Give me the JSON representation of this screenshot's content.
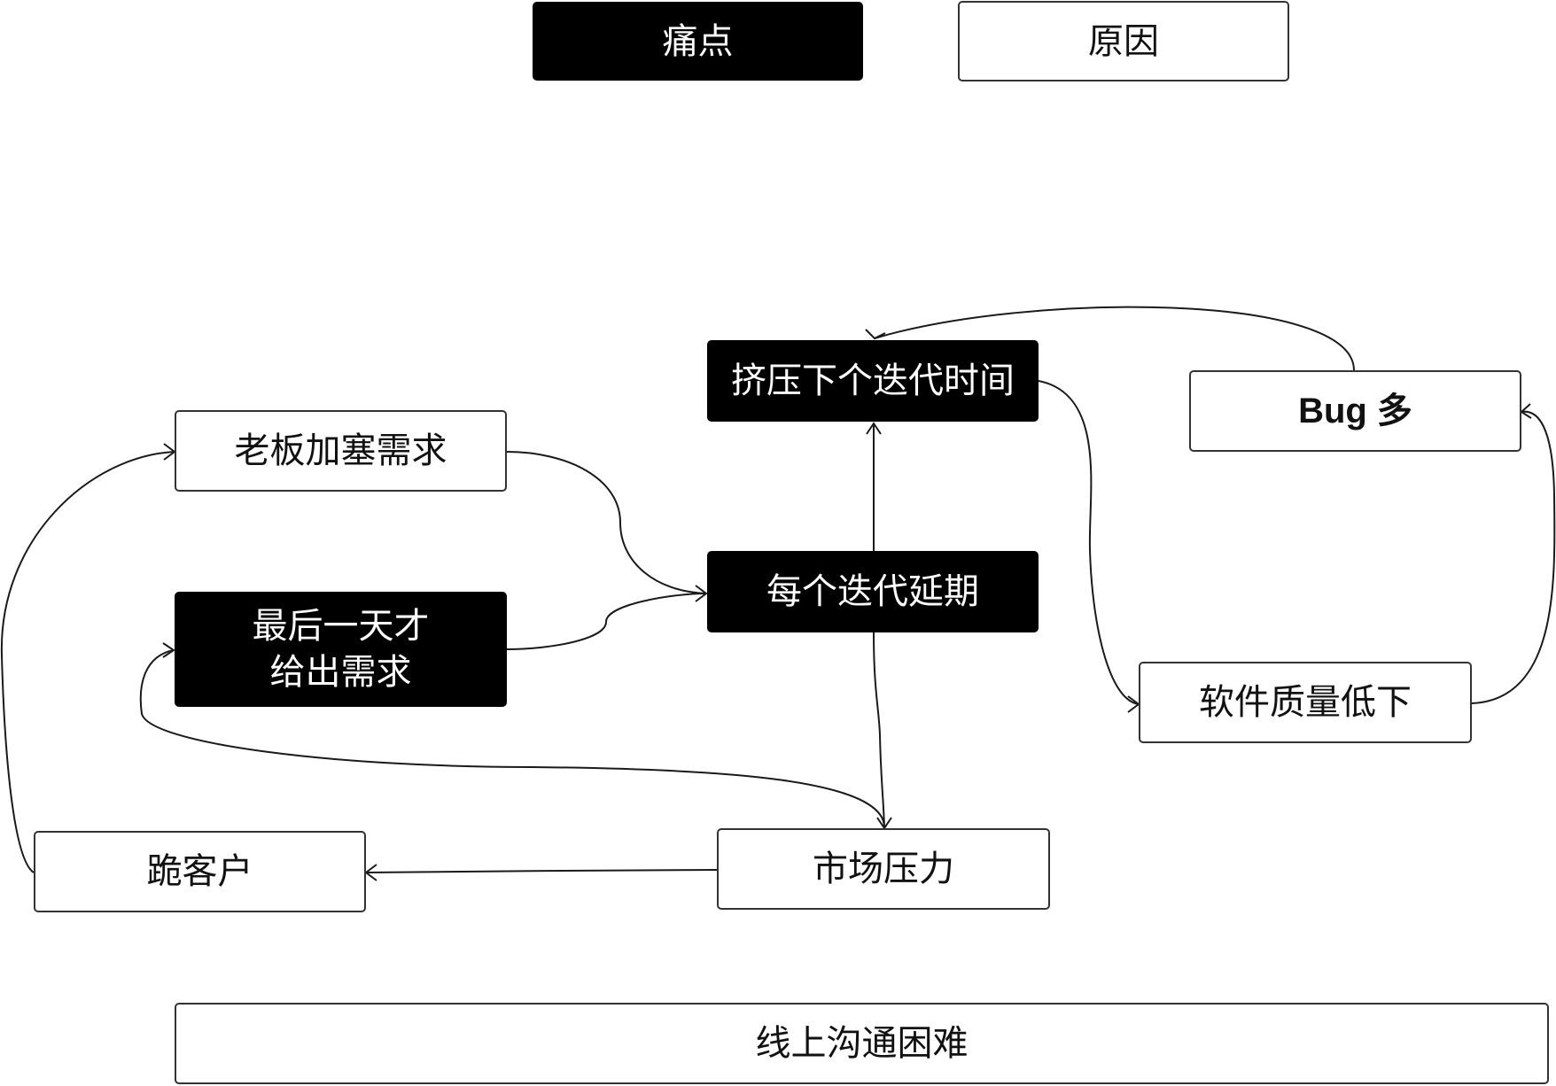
{
  "legend": {
    "pain_point": "痛点",
    "cause": "原因"
  },
  "nodes": {
    "squeeze_next_iteration": "挤压下个迭代时间",
    "many_bugs": "Bug 多",
    "boss_adds_requirements": "老板加塞需求",
    "each_iteration_delayed": "每个迭代延期",
    "last_day_requirements": "最后一天才\n给出需求",
    "low_software_quality": "软件质量低下",
    "market_pressure": "市场压力",
    "chase_customers": "跪客户",
    "online_communication_difficult": "线上沟通困难"
  }
}
